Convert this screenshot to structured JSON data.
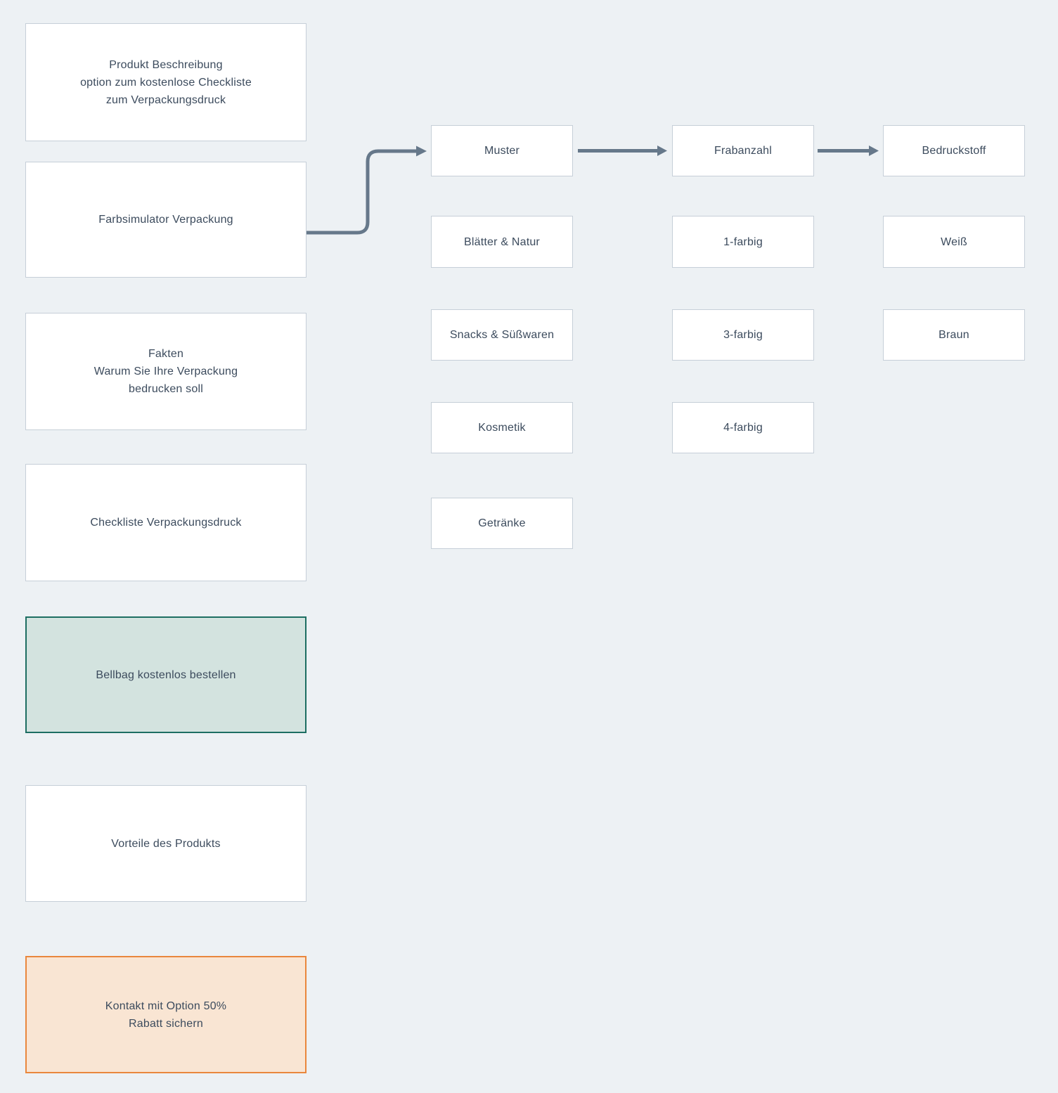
{
  "colors": {
    "background": "#edf1f4",
    "node_fill": "#ffffff",
    "node_border": "#c6cfd8",
    "text_color": "#3c4b5d",
    "arrow_color": "#66788a",
    "green_fill": "#d3e3df",
    "green_border": "#1d6e62",
    "orange_fill": "#f9e5d3",
    "orange_border": "#e9873d"
  },
  "left_column": {
    "items": [
      {
        "id": "produkt-beschreibung",
        "variant": "default",
        "lines": [
          "Produkt Beschreibung",
          "option zum kostenlose Checkliste",
          "zum Verpackungsdruck"
        ]
      },
      {
        "id": "farbsimulator",
        "variant": "default",
        "lines": [
          "Farbsimulator Verpackung",
          "",
          ""
        ]
      },
      {
        "id": "fakten",
        "variant": "default",
        "lines": [
          "Fakten",
          "Warum Sie Ihre Verpackung",
          "bedrucken soll"
        ]
      },
      {
        "id": "checkliste",
        "variant": "default",
        "lines": [
          "Checkliste Verpackungsdruck",
          "",
          ""
        ]
      },
      {
        "id": "bellbag-cta",
        "variant": "green",
        "lines": [
          "Bellbag kostenlos bestellen",
          "",
          ""
        ]
      },
      {
        "id": "vorteile",
        "variant": "default",
        "lines": [
          "Vorteile des Produkts",
          "",
          ""
        ]
      },
      {
        "id": "kontakt-cta",
        "variant": "orange",
        "lines": [
          "Kontakt mit Option 50%",
          "Rabatt sichern",
          ""
        ]
      }
    ]
  },
  "flow": {
    "muster_column": [
      "Muster",
      "Blätter & Natur",
      "Snacks & Süßwaren",
      "Kosmetik",
      "Getränke"
    ],
    "farbanzahl_column": [
      "Frabanzahl",
      "1-farbig",
      "3-farbig",
      "4-farbig"
    ],
    "bedruckstoff_column": [
      "Bedruckstoff",
      "Weiß",
      "Braun"
    ]
  },
  "connectors": [
    {
      "id": "farbsimulator-to-muster",
      "from": "farbsimulator",
      "to": "muster",
      "shape": "elbow"
    },
    {
      "id": "muster-to-frabanzahl",
      "from": "muster",
      "to": "frabanzahl",
      "shape": "straight"
    },
    {
      "id": "frabanzahl-to-bedruckstoff",
      "from": "frabanzahl",
      "to": "bedruckstoff",
      "shape": "straight"
    }
  ]
}
